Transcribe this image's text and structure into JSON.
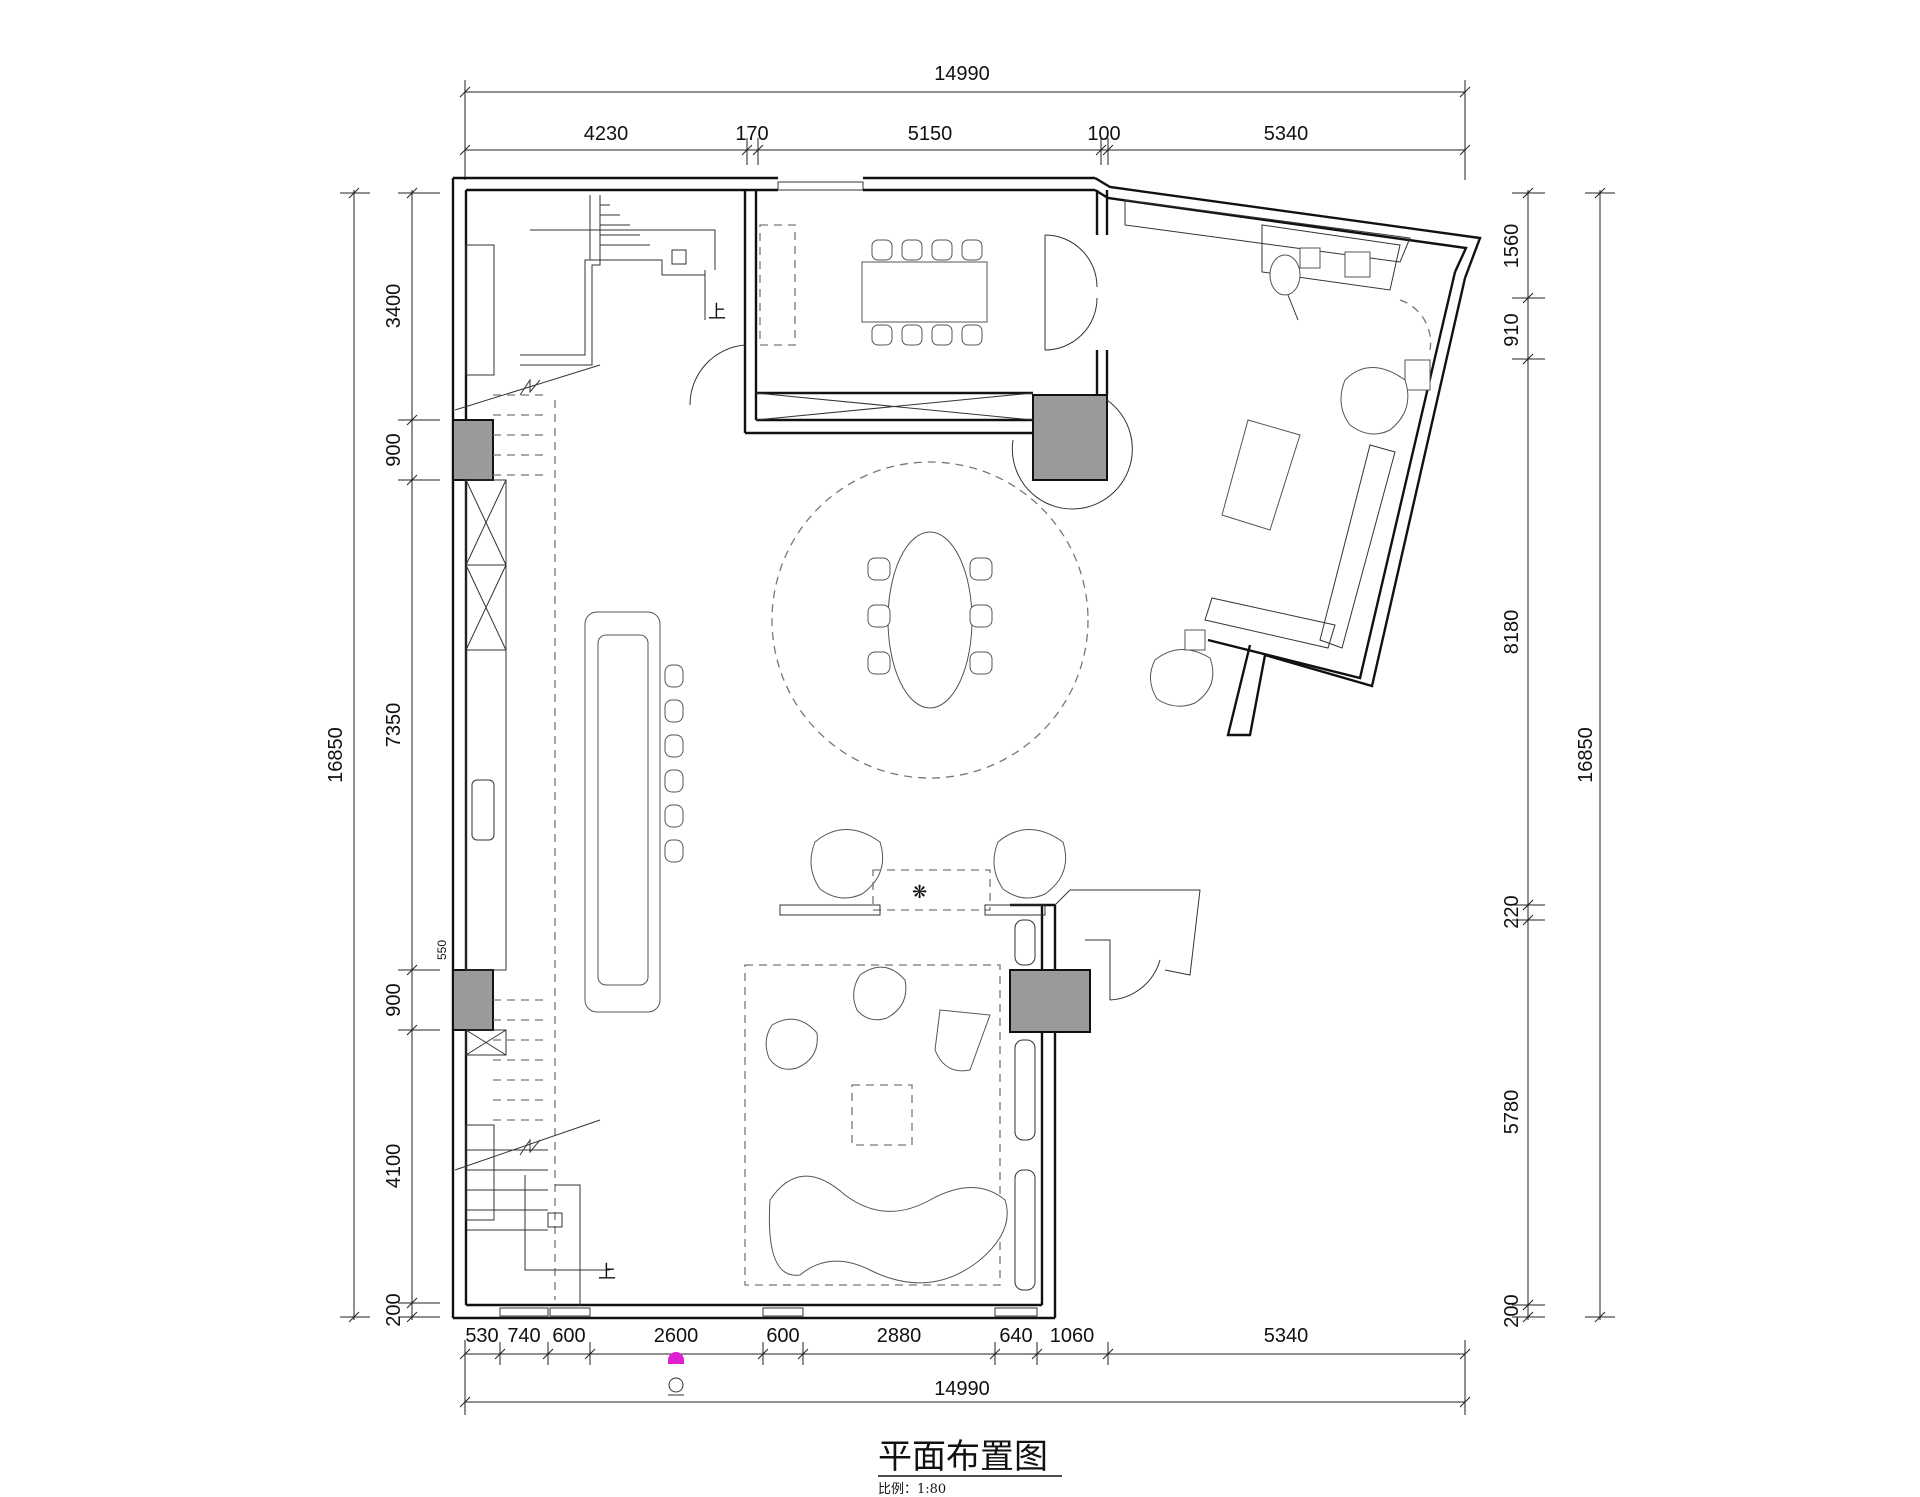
{
  "drawing": {
    "title": "平面布置图",
    "scale": "比例：1:80",
    "stair_up": "上"
  },
  "dimensions": {
    "top_total": "14990",
    "top_segments": [
      "4230",
      "170",
      "5150",
      "100",
      "5340"
    ],
    "bottom_total": "14990",
    "bottom_segments": [
      "530",
      "740",
      "600",
      "2600",
      "600",
      "2880",
      "640",
      "1060",
      "5340"
    ],
    "left_total": "16850",
    "left_segments": [
      "3400",
      "900",
      "7350",
      "900",
      "4100",
      "200"
    ],
    "left_small": "550",
    "right_total": "16850",
    "right_segments": [
      "1560",
      "910",
      "8180",
      "220",
      "5780",
      "200"
    ]
  },
  "colors": {
    "line": "#111111",
    "column": "#9a9a9a",
    "entrance_marker": "#e020d0"
  }
}
